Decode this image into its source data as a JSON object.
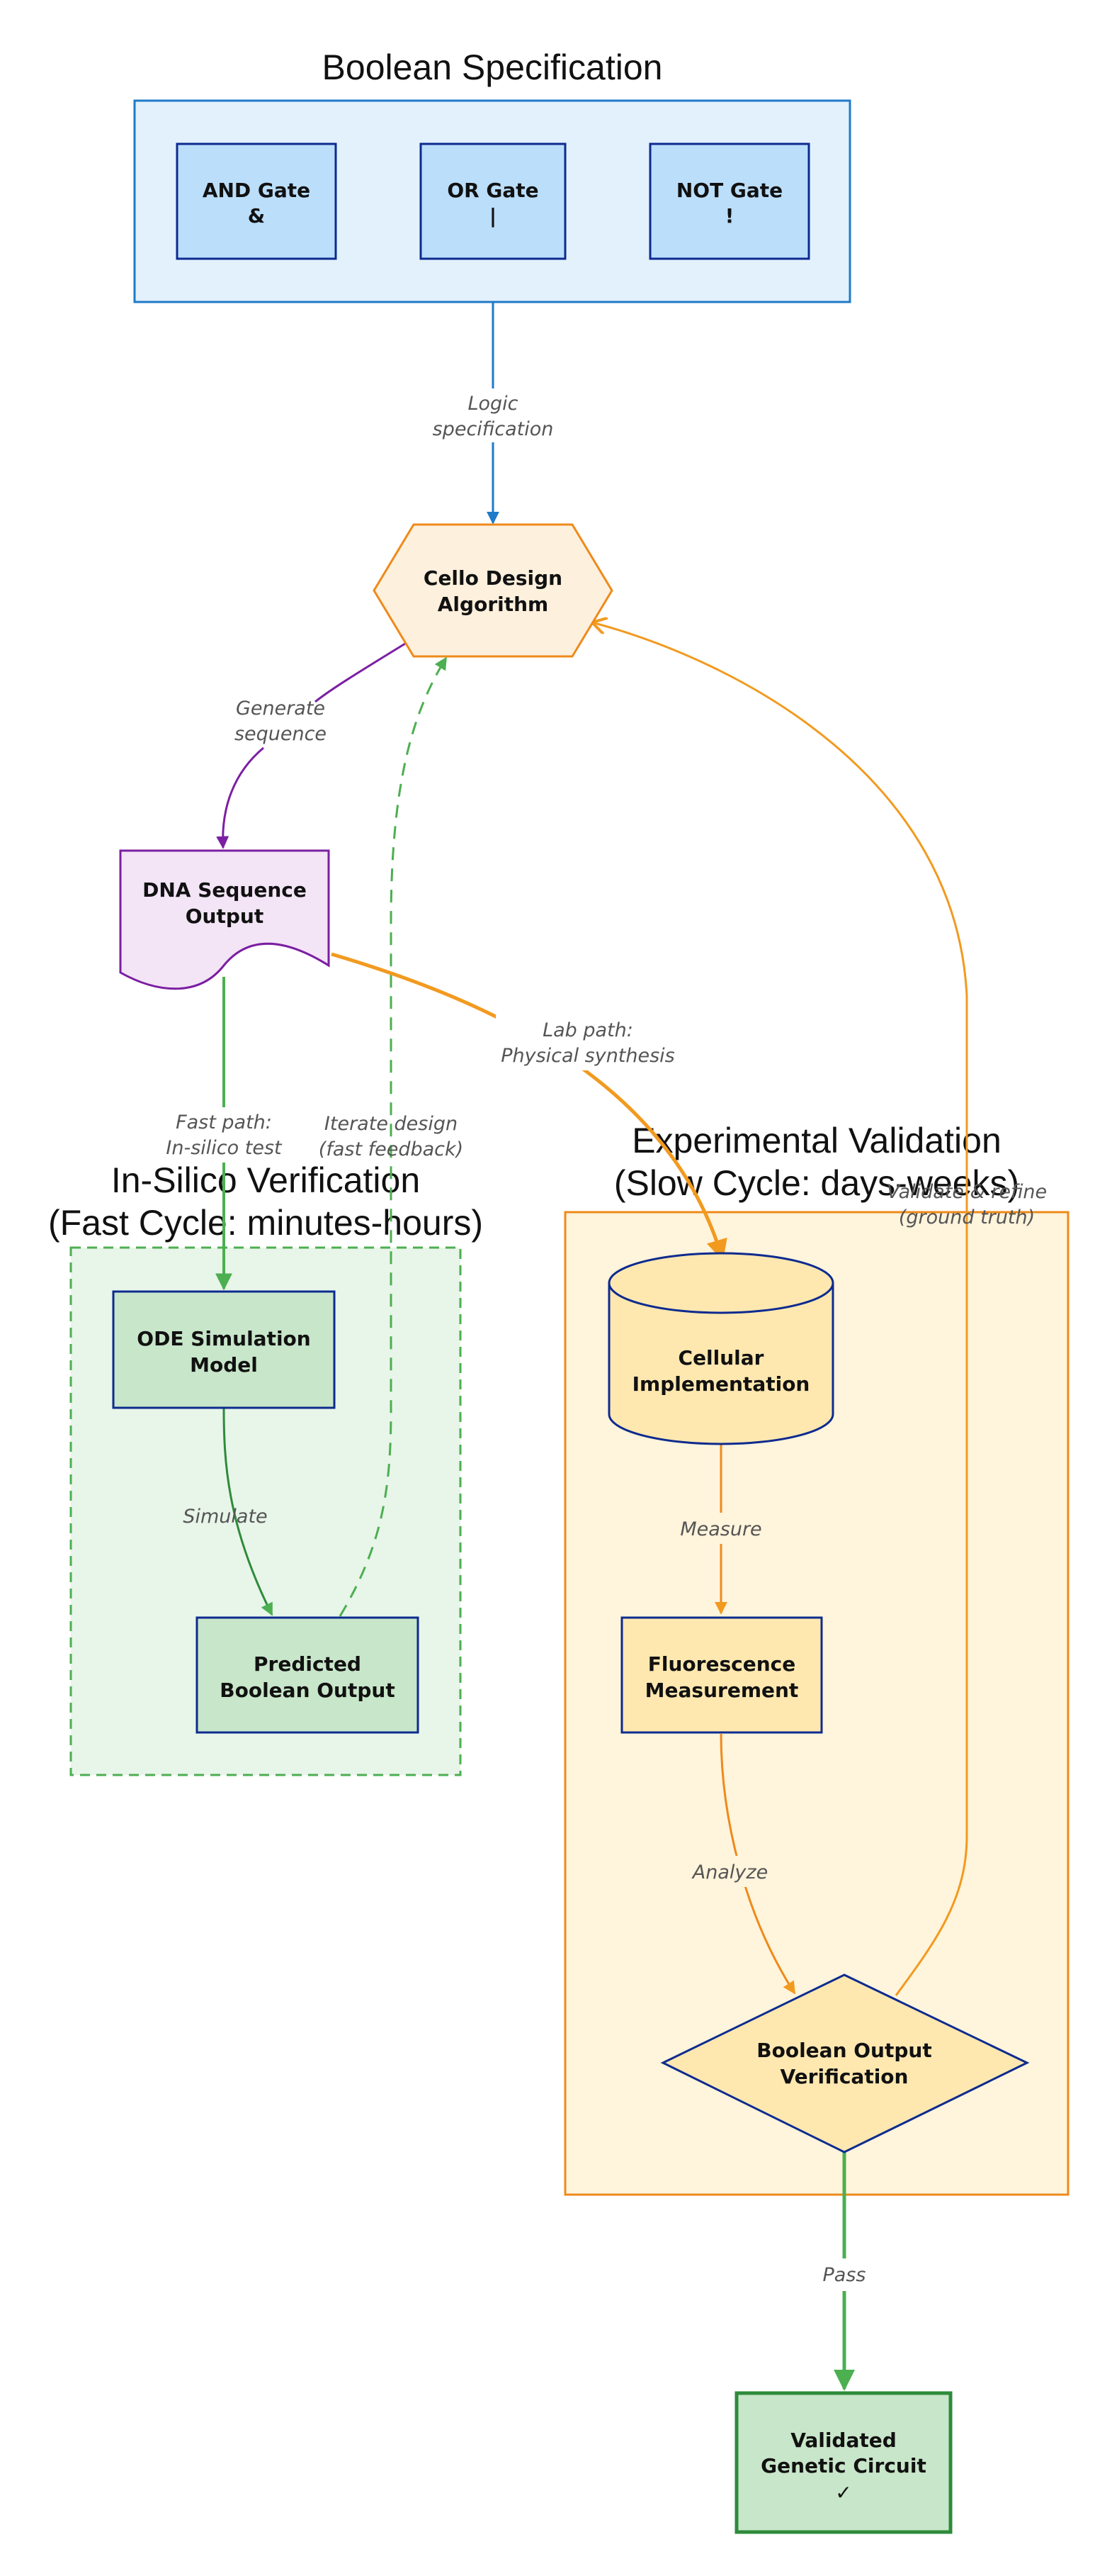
{
  "clusters": {
    "boolean_spec": {
      "title": "Boolean Specification"
    },
    "in_silico": {
      "title_line1": "In-Silico Verification",
      "title_line2": "(Fast Cycle: minutes-hours)"
    },
    "experimental": {
      "title_line1": "Experimental Validation",
      "title_line2": "(Slow Cycle: days-weeks)"
    }
  },
  "nodes": {
    "and_gate": {
      "line1": "AND Gate",
      "line2": "&"
    },
    "or_gate": {
      "line1": "OR Gate",
      "line2": "|"
    },
    "not_gate": {
      "line1": "NOT Gate",
      "line2": "!"
    },
    "cello": {
      "line1": "Cello Design",
      "line2": "Algorithm"
    },
    "dna": {
      "line1": "DNA Sequence",
      "line2": "Output"
    },
    "ode": {
      "line1": "ODE Simulation",
      "line2": "Model"
    },
    "predicted": {
      "line1": "Predicted",
      "line2": "Boolean Output"
    },
    "cellular": {
      "line1": "Cellular",
      "line2": "Implementation"
    },
    "fluorescence": {
      "line1": "Fluorescence",
      "line2": "Measurement"
    },
    "verification": {
      "line1": "Boolean Output",
      "line2": "Verification"
    },
    "validated": {
      "line1": "Validated",
      "line2": "Genetic Circuit",
      "line3": "✓"
    }
  },
  "edges": {
    "logic_spec": {
      "line1": "Logic",
      "line2": "specification"
    },
    "generate_seq": {
      "line1": "Generate",
      "line2": "sequence"
    },
    "fast_path": {
      "line1": "Fast path:",
      "line2": "In-silico test"
    },
    "lab_path": {
      "line1": "Lab path:",
      "line2": "Physical synthesis"
    },
    "iterate": {
      "line1": "Iterate design",
      "line2": "(fast feedback)"
    },
    "validate_refine": {
      "line1": "Validate & refine",
      "line2": "(ground truth)"
    },
    "simulate": {
      "label": "Simulate"
    },
    "measure": {
      "label": "Measure"
    },
    "analyze": {
      "label": "Analyze"
    },
    "pass": {
      "label": "Pass"
    }
  },
  "colors": {
    "blue_border": "#1f7ac9",
    "blue_fill": "#e3f1fc",
    "blue_node_fill": "#bbdefb",
    "navy_stroke": "#0d2b8f",
    "orange": "#f29a1f",
    "orange_dark": "#ee8a1a",
    "orange_fill": "#fdf0dd",
    "purple": "#7b1fa2",
    "purple_fill": "#f3e4f6",
    "green": "#4caf50",
    "green_dark": "#2e8b3a",
    "green_fill": "#e8f5e9",
    "green_node_fill": "#c8e6c9",
    "yellow_fill": "#fff4dc",
    "yellow_node_fill": "#ffe8b0"
  }
}
